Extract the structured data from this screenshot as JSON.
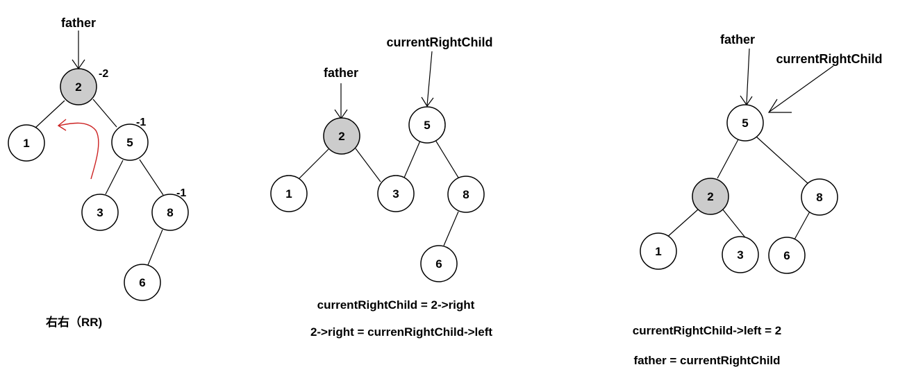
{
  "panels": [
    {
      "pointers": {
        "father": "father"
      },
      "nodes": {
        "n2": "2",
        "n1": "1",
        "n5": "5",
        "n3": "3",
        "n8": "8",
        "n6": "6"
      },
      "balance_factors": {
        "n2": "-2",
        "n5": "-1",
        "n8": "-1"
      },
      "caption": "右右（RR)"
    },
    {
      "pointers": {
        "father": "father",
        "current": "currentRightChild"
      },
      "nodes": {
        "n2": "2",
        "n1": "1",
        "n5": "5",
        "n3": "3",
        "n8": "8",
        "n6": "6"
      },
      "caption_lines": [
        "currentRightChild = 2->right",
        "2->right = currenRightChild->left"
      ]
    },
    {
      "pointers": {
        "father": "father",
        "current": "currentRightChild"
      },
      "nodes": {
        "n5": "5",
        "n2": "2",
        "n8": "8",
        "n1": "1",
        "n3": "3",
        "n6": "6"
      },
      "caption_lines": [
        "currentRightChild->left = 2",
        "father = currentRightChild"
      ]
    }
  ],
  "colors": {
    "highlight_node": "#cccccc",
    "rotation_arrow": "#cc2222"
  }
}
